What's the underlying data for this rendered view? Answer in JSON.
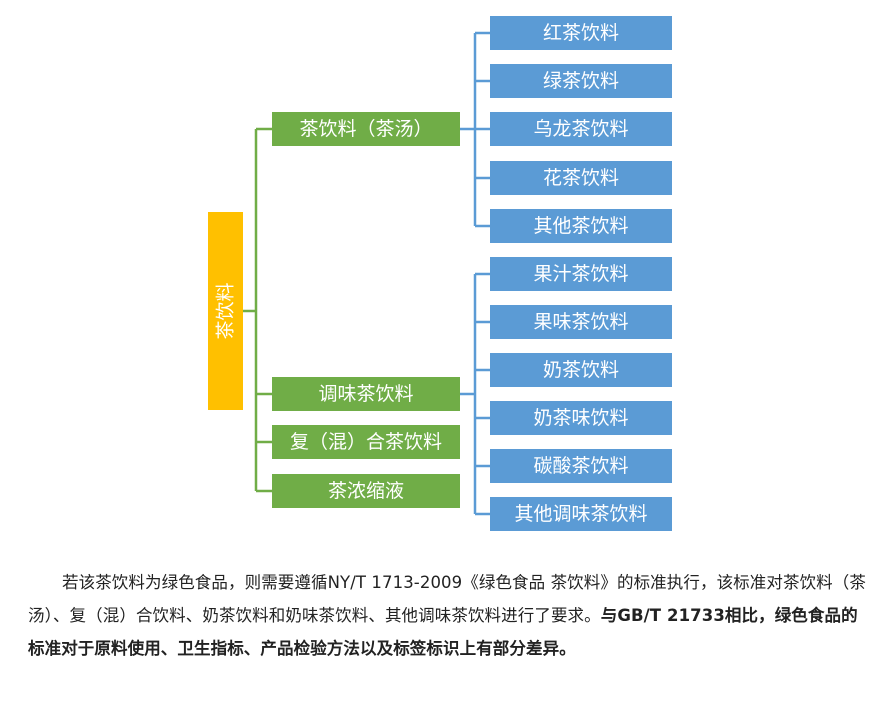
{
  "diagram": {
    "root": {
      "label": "茶饮料"
    },
    "branches": [
      {
        "label": "茶饮料（茶汤）",
        "children": [
          "红茶饮料",
          "绿茶饮料",
          "乌龙茶饮料",
          "花茶饮料",
          "其他茶饮料"
        ]
      },
      {
        "label": "调味茶饮料",
        "children": [
          "果汁茶饮料",
          "果味茶饮料",
          "奶茶饮料",
          "奶茶味饮料",
          "碳酸茶饮料",
          "其他调味茶饮料"
        ]
      },
      {
        "label": "复（混）合茶饮料",
        "children": []
      },
      {
        "label": "茶浓缩液",
        "children": []
      }
    ],
    "colors": {
      "root": "#FFC000",
      "branch": "#70AD47",
      "leaf": "#5B9BD5",
      "root_line": "#70AD47",
      "leaf_line": "#5B9BD5"
    }
  },
  "caption": {
    "normal": "若该茶饮料为绿色食品，则需要遵循NY/T 1713-2009《绿色食品 茶饮料》的标准执行，该标准对茶饮料（茶汤）、复（混）合饮料、奶茶饮料和奶味茶饮料、其他调味茶饮料进行了要求。",
    "bold": "与GB/T 21733相比，绿色食品的标准对于原料使用、卫生指标、产品检验方法以及标签标识上有部分差异。"
  }
}
